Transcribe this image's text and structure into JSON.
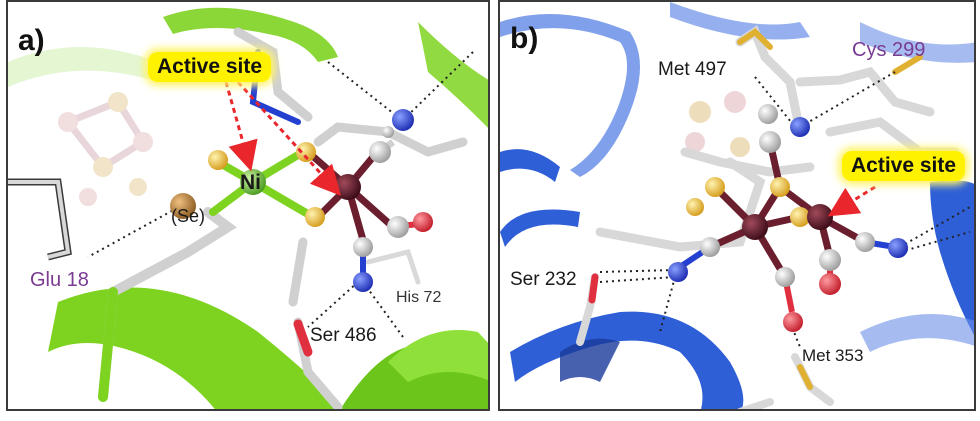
{
  "panels": {
    "a": {
      "letter": "a)",
      "callout": "Active site",
      "labels": {
        "ni": "Ni",
        "se": "(Se)",
        "glu18": "Glu 18",
        "ser486": "Ser 486",
        "his72": "His 72"
      }
    },
    "b": {
      "letter": "b)",
      "callout": "Active site",
      "labels": {
        "met497": "Met 497",
        "cys299": "Cys 299",
        "ser232": "Ser 232",
        "met353": "Met 353"
      }
    }
  },
  "colors": {
    "ribbon_a": "#7ed321",
    "ribbon_b": "#2f5fd6",
    "callout_bg": "#fff200",
    "arrow": "#e8262c",
    "residue_purple": "#7a3b93",
    "iron": "#6b1f2e",
    "nickel": "#7ec850",
    "sulfur": "#e0b030",
    "nitrogen": "#2440d0",
    "oxygen": "#e03040",
    "carbon": "#c8c8c8"
  }
}
